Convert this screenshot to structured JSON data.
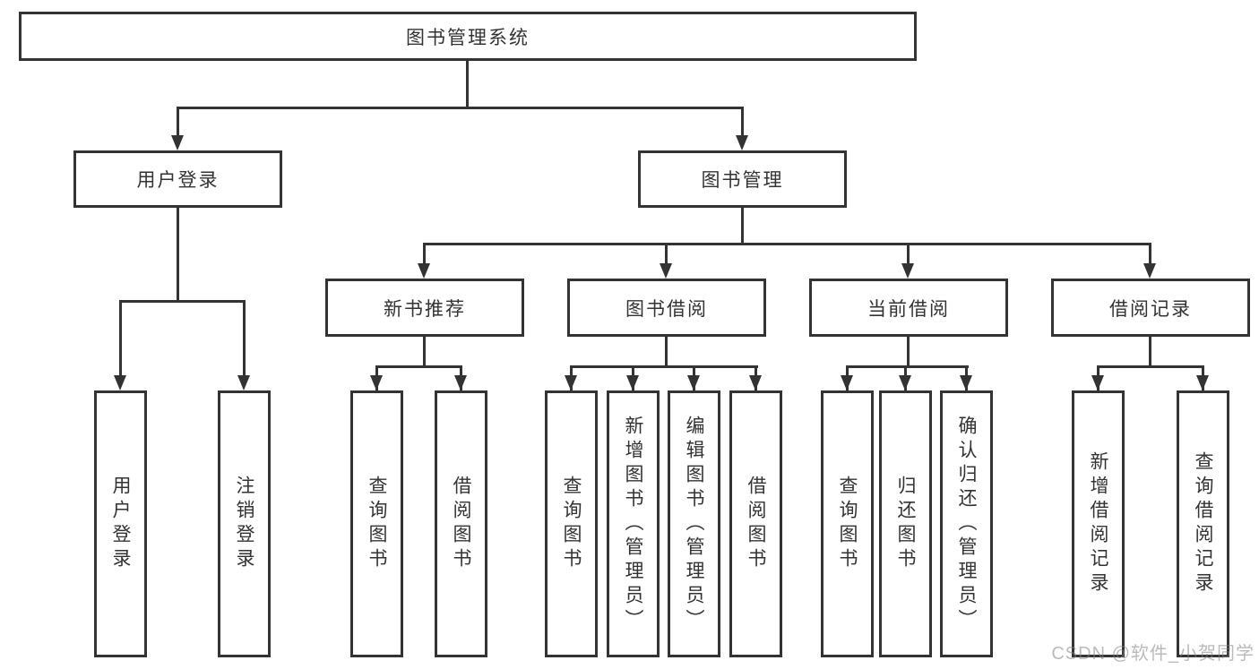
{
  "diagram_title": "图书管理系统",
  "tree": {
    "label": "图书管理系统",
    "children": [
      {
        "label": "用户登录",
        "children": [
          {
            "label": "用户登录"
          },
          {
            "label": "注销登录"
          }
        ]
      },
      {
        "label": "图书管理",
        "children": [
          {
            "label": "新书推荐",
            "children": [
              {
                "label": "查询图书"
              },
              {
                "label": "借阅图书"
              }
            ]
          },
          {
            "label": "图书借阅",
            "children": [
              {
                "label": "查询图书"
              },
              {
                "label": "新增图书（管理员）"
              },
              {
                "label": "编辑图书（管理员）"
              },
              {
                "label": "借阅图书"
              }
            ]
          },
          {
            "label": "当前借阅",
            "children": [
              {
                "label": "查询图书"
              },
              {
                "label": "归还图书"
              },
              {
                "label": "确认归还（管理员）"
              }
            ]
          },
          {
            "label": "借阅记录",
            "children": [
              {
                "label": "新增借阅记录"
              },
              {
                "label": "查询借阅记录"
              }
            ]
          }
        ]
      }
    ]
  },
  "watermark": {
    "text": "CSDN @软件_小贺同学"
  },
  "colors": {
    "line": "#333333",
    "text": "#333333",
    "background": "#ffffff",
    "watermark_gray": "#8f8f8f"
  }
}
